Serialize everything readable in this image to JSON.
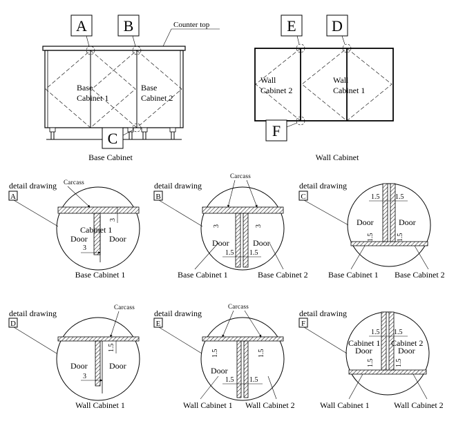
{
  "overview": {
    "base": {
      "caption": "Base Cabinet",
      "counter_top": "Counter top",
      "cabinet1": [
        "Base",
        "Cabinet 1"
      ],
      "cabinet2": [
        "Base",
        "Cabinet 2"
      ],
      "tags": [
        "A",
        "B",
        "C"
      ]
    },
    "wall": {
      "caption": "Wall Cabinet",
      "cabinet1": [
        "Wall",
        "Cabinet 1"
      ],
      "cabinet2": [
        "Wall",
        "Cabinet 2"
      ],
      "tags": [
        "E",
        "D",
        "F"
      ]
    }
  },
  "details": [
    {
      "key": "A",
      "title": "detail drawing",
      "carcass": "Carcass",
      "inner": "Cabinet 1",
      "door_left": "Door",
      "door_right": "Door",
      "dims": [
        "3",
        "3"
      ],
      "caption_left": "Base Cabinet 1",
      "caption_right": ""
    },
    {
      "key": "B",
      "title": "detail drawing",
      "carcass": "Carcass",
      "door_left": "Door",
      "door_right": "Door",
      "dims": [
        "3",
        "3",
        "1.5",
        "1.5"
      ],
      "caption_left": "Base Cabinet 1",
      "caption_right": "Base Cabinet 2"
    },
    {
      "key": "C",
      "title": "detail drawing",
      "door_left": "Door",
      "door_right": "Door",
      "dims": [
        "1.5",
        "1.5",
        "1.5",
        "1.5"
      ],
      "caption_left": "Base Cabinet 1",
      "caption_right": "Base Cabinet 2"
    },
    {
      "key": "D",
      "title": "detail drawing",
      "carcass": "Carcass",
      "door_left": "Door",
      "door_right": "Door",
      "dims": [
        "1.5",
        "3"
      ],
      "caption_left": "Wall Cabinet 1",
      "caption_right": ""
    },
    {
      "key": "E",
      "title": "detail drawing",
      "carcass": "Carcass",
      "door_left": "Door",
      "door_right": "",
      "dims": [
        "1.5",
        "1.5",
        "1.5",
        "1.5"
      ],
      "caption_left": "Wall Cabinet 1",
      "caption_right": "Wall Cabinet 2"
    },
    {
      "key": "F",
      "title": "detail drawing",
      "cab_left": "Cabinet 1",
      "cab_right": "Cabinet 2",
      "door_left": "Door",
      "door_right": "Door",
      "dims": [
        "1.5",
        "1.5",
        "1.5",
        "1.5"
      ],
      "caption_left": "Wall Cabinet 1",
      "caption_right": "Wall Cabinet 2"
    }
  ]
}
